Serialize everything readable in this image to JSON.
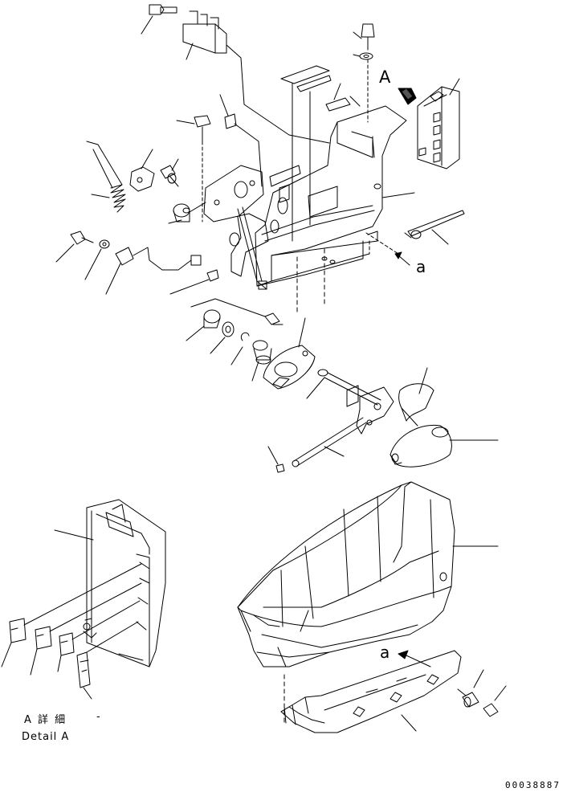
{
  "labels": {
    "view_marker": "A",
    "arrow_marker_1": "a",
    "arrow_marker_2": "a",
    "detail_jp": "A 詳 細",
    "detail_dash": "-",
    "detail_en": "Detail A",
    "drawing_code": "00038887"
  }
}
